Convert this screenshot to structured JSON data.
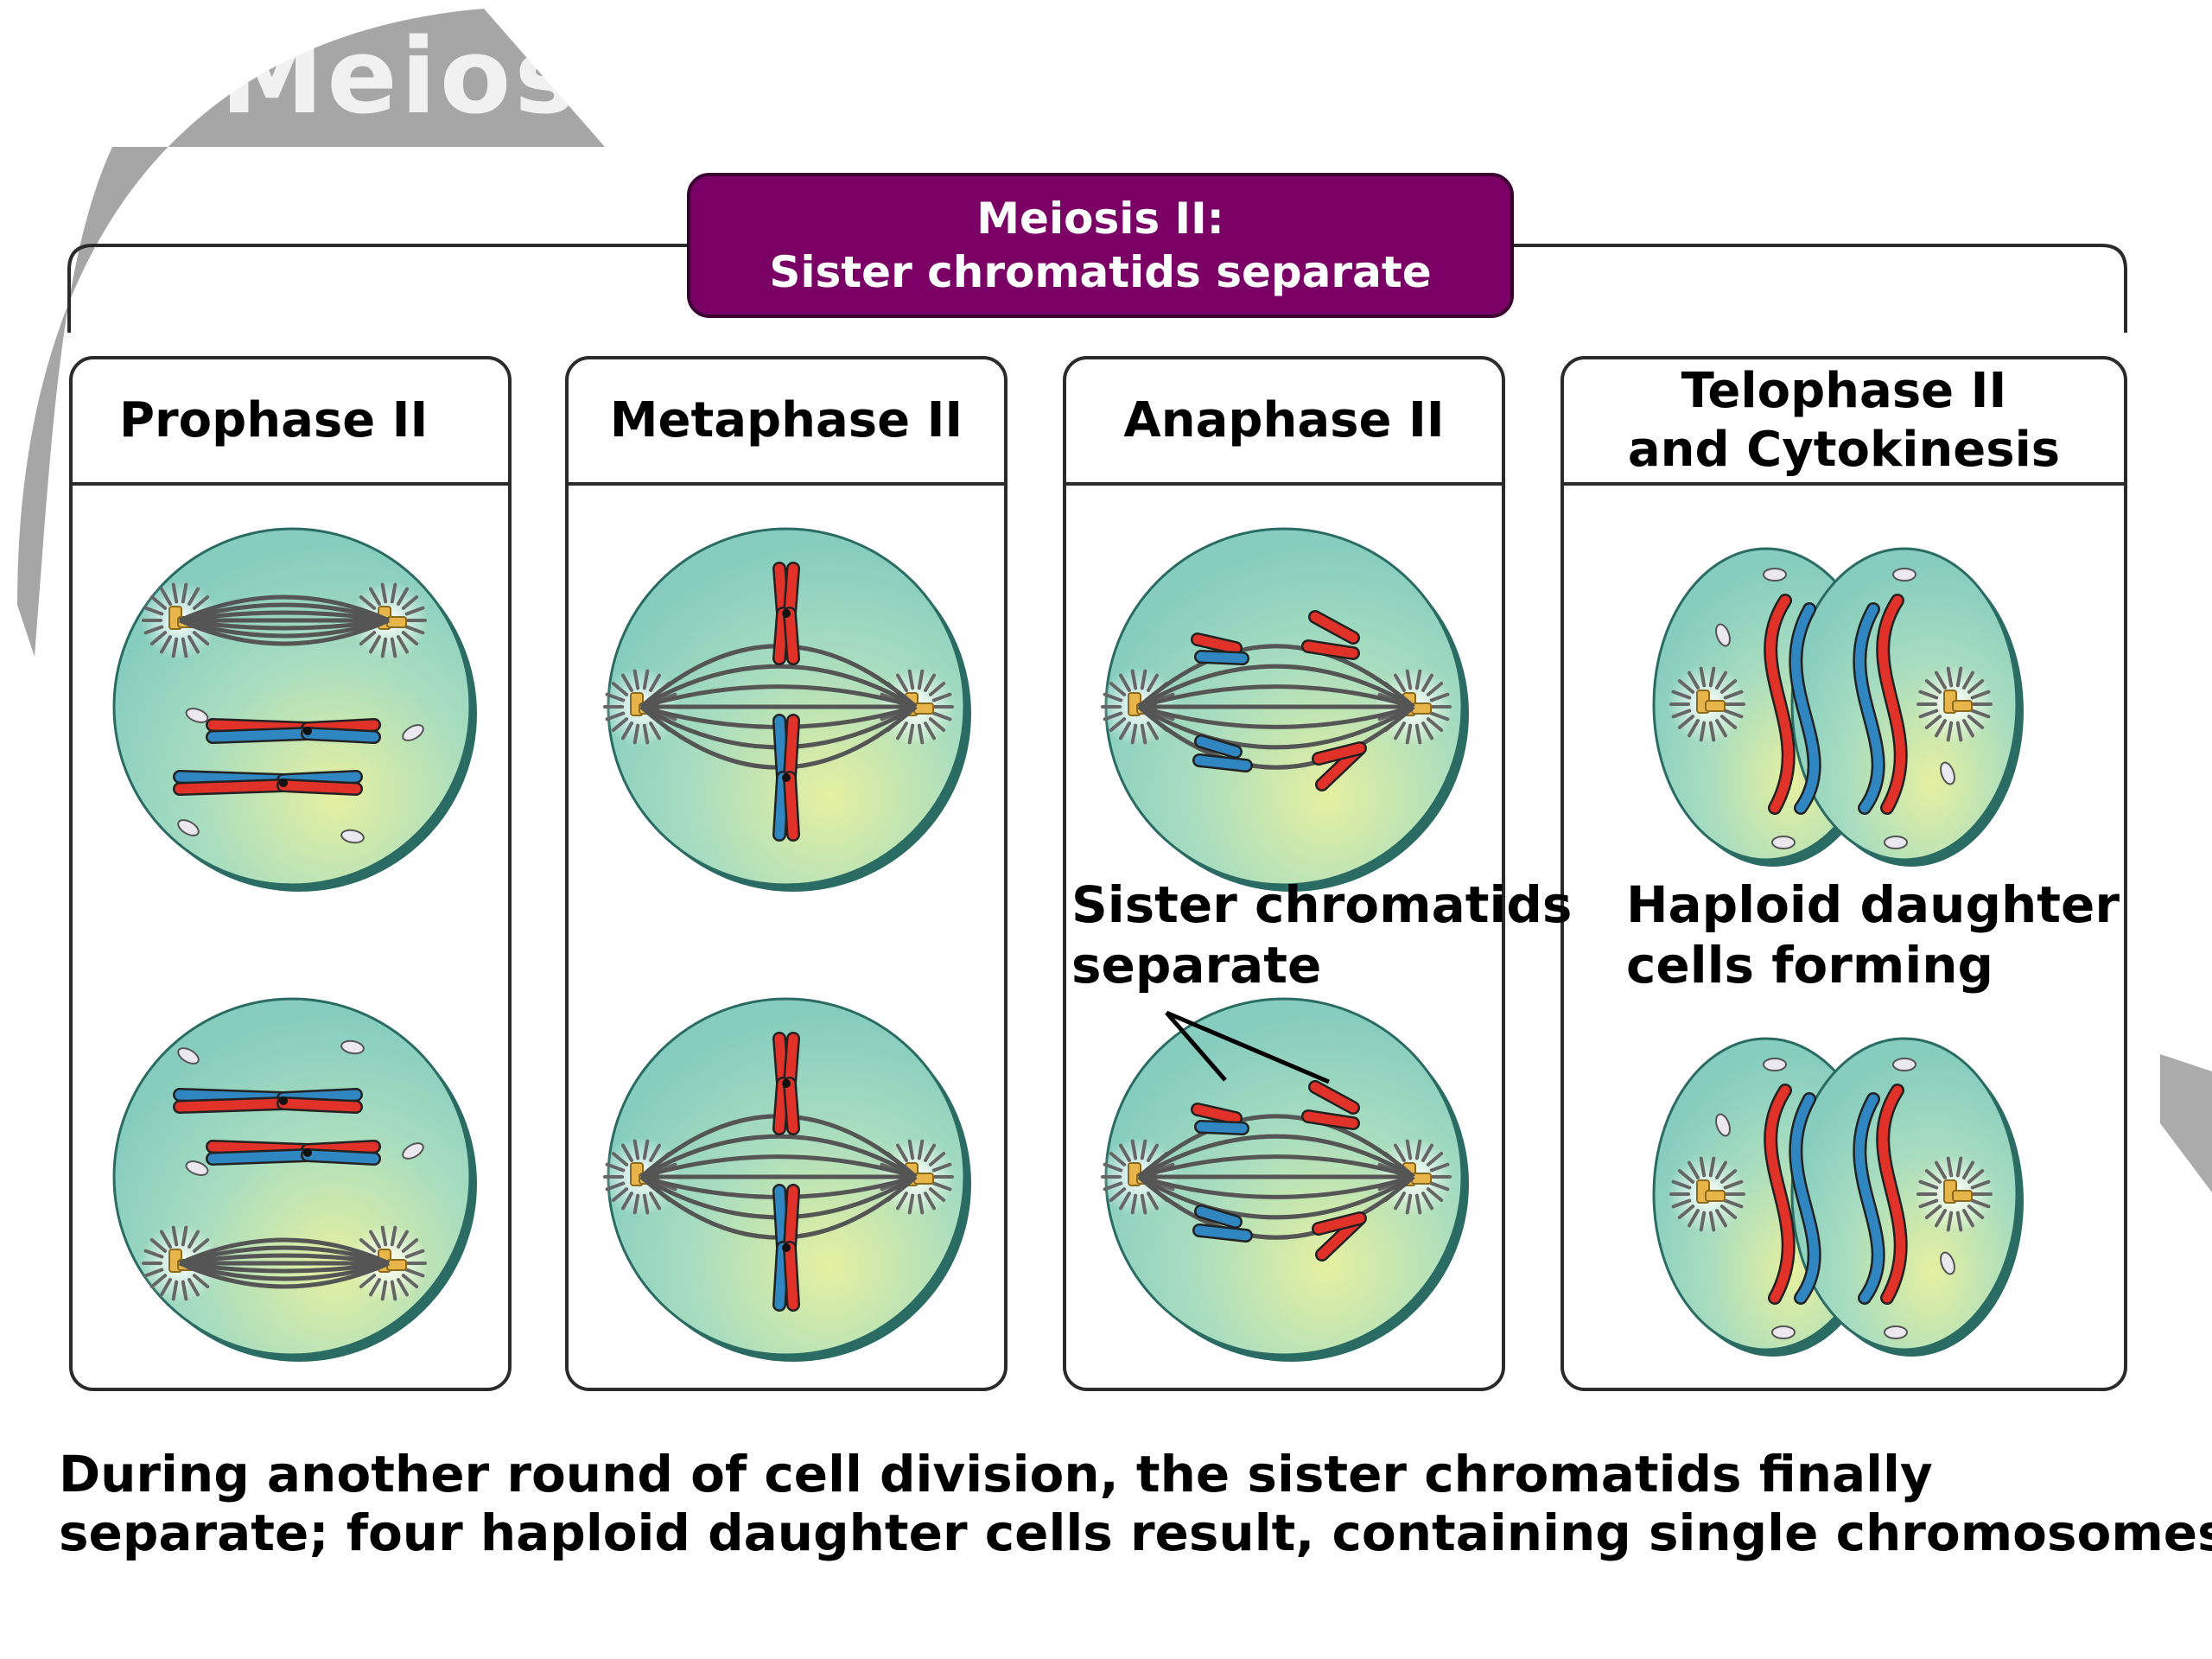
{
  "header": {
    "line1": "Meiosis II:",
    "line2": "Sister chromatids separate"
  },
  "background_title": "Meiosis II",
  "stages": [
    {
      "line1": "Prophase II",
      "line2": ""
    },
    {
      "line1": "Metaphase II",
      "line2": ""
    },
    {
      "line1": "Anaphase II",
      "line2": ""
    },
    {
      "line1": "Telophase II",
      "line2": "and Cytokinesis"
    }
  ],
  "annotations": {
    "anaphase_line1": "Sister chromatids",
    "anaphase_line2": "separate",
    "telophase_line1": "Haploid daughter",
    "telophase_line2": "cells forming"
  },
  "caption": {
    "line1": "During another round of cell division, the sister chromatids finally",
    "line2": "separate; four haploid daughter cells result, containing single chromosomes"
  },
  "colors": {
    "header_fill": "#7a0066",
    "cell_fill": "#8fd1c3",
    "cell_highlight": "#e6f0a0",
    "chromosome_red": "#e03228",
    "chromosome_blue": "#2f86c0",
    "centrosome": "#e8b54a",
    "spindle": "#555555"
  },
  "icons": [
    "spindle-fiber",
    "centrosome",
    "chromosome",
    "nuclear-envelope-fragment"
  ]
}
